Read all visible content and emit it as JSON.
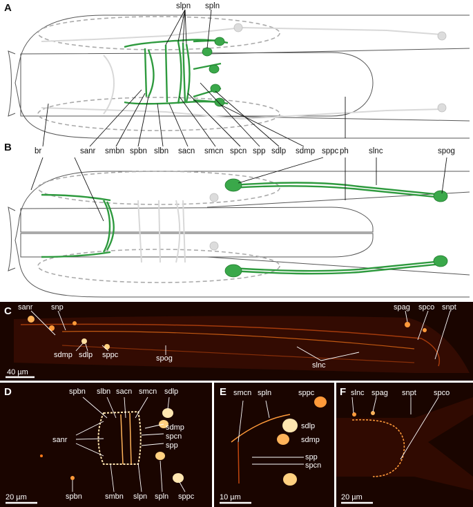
{
  "panels": {
    "a": {
      "letter": "A",
      "labels": [
        "slpn",
        "spln",
        "br",
        "sanr",
        "smbn",
        "spbn",
        "slbn",
        "sacn",
        "smcn",
        "spcn",
        "spp",
        "sdlp",
        "sdmp",
        "sppc",
        "ph"
      ]
    },
    "b": {
      "letter": "B",
      "labels": [
        "slnc",
        "spog"
      ]
    },
    "c": {
      "letter": "C",
      "labels": [
        "sanr",
        "snp",
        "sdmp",
        "sdlp",
        "sppc",
        "spog",
        "slnc",
        "spag",
        "spco",
        "snpt"
      ],
      "scale": "40 µm"
    },
    "d": {
      "letter": "D",
      "labels": [
        "spbn",
        "slbn",
        "sacn",
        "smcn",
        "sdlp",
        "sdmp",
        "spcn",
        "spp",
        "sanr",
        "spbn",
        "smbn",
        "slpn",
        "spln",
        "sppc"
      ],
      "scale": "20 µm"
    },
    "e": {
      "letter": "E",
      "labels": [
        "smcn",
        "spln",
        "sppc",
        "sdlp",
        "sdmp",
        "spp",
        "spcn"
      ],
      "scale": "10 µm"
    },
    "f": {
      "letter": "F",
      "labels": [
        "slnc",
        "spag",
        "snpt",
        "spco"
      ],
      "scale": "20 µm"
    }
  },
  "colors": {
    "neuron_green": "#2e9a3e",
    "fluorescence_orange": "#ff7a1a",
    "background_dark": "#1a0500"
  }
}
